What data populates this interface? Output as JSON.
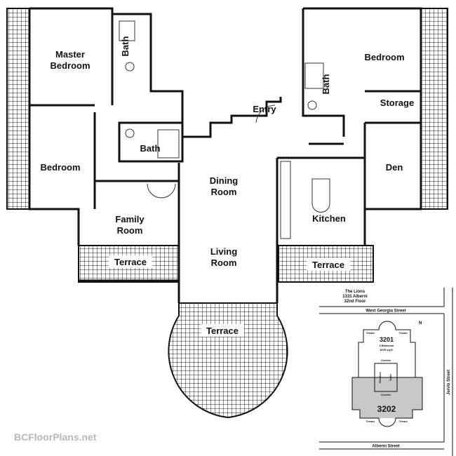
{
  "rooms": {
    "master_bedroom": [
      "Master",
      "Bedroom"
    ],
    "bath_master": "Bath",
    "bedroom_left": "Bedroom",
    "bath_center": "Bath",
    "entry": "Entry",
    "bedroom_right": "Bedroom",
    "bath_right": "Bath",
    "storage": "Storage",
    "den": "Den",
    "dining_room": [
      "Dining",
      "Room"
    ],
    "living_room": [
      "Living",
      "Room"
    ],
    "family_room": [
      "Family",
      "Room"
    ],
    "kitchen": "Kitchen",
    "terrace_left": "Terrace",
    "terrace_right": "Terrace",
    "terrace_bottom": "Terrace"
  },
  "key_plan": {
    "building": "The Lions",
    "address": "1331 Alberni",
    "floor": "32nd Floor",
    "street_top": "West Georgia Street",
    "street_bottom": "Alberni Street",
    "street_right": "Jervis Street",
    "unit_top": "3201",
    "unit_top_detail": [
      "3 Bedroom",
      "1625 sq.ft."
    ],
    "unit_highlighted": "3202",
    "corridor": "Corridor",
    "elevators": "Elevators",
    "stairs": "Stairs",
    "terrace": "Terrace",
    "north": "N",
    "highlight_color": "#c8c8c8"
  },
  "watermark": "BCFloorPlans.net"
}
